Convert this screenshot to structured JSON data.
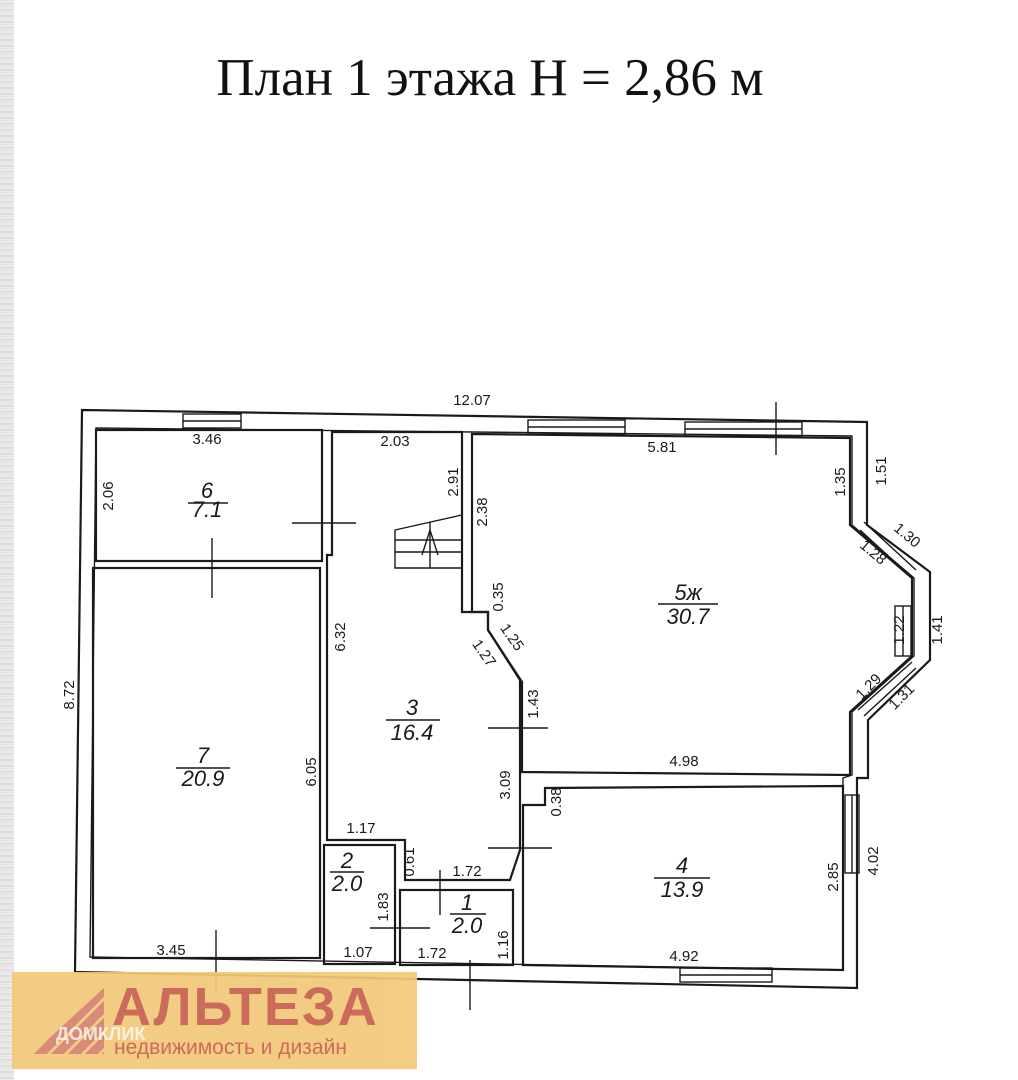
{
  "title": "План 1 этажа Н = 2,86 м",
  "rooms": [
    {
      "number": "1",
      "area": "2.0"
    },
    {
      "number": "2",
      "area": "2.0"
    },
    {
      "number": "3",
      "area": "16.4"
    },
    {
      "number": "4",
      "area": "13.9"
    },
    {
      "number": "5ж",
      "area": "30.7"
    },
    {
      "number": "6",
      "area": "7.1"
    },
    {
      "number": "7",
      "area": "20.9"
    }
  ],
  "dimensions": {
    "overall_width": "12.07",
    "overall_depth": "8.72",
    "r6_width": "3.46",
    "r6_depth": "2.06",
    "r3_top_width": "2.03",
    "stair_depth": "2.91",
    "r3_right_upper": "2.38",
    "r3_notch": "0.35",
    "r3_diag_a": "1.25",
    "r3_diag_b": "1.27",
    "r3_right_mid": "1.43",
    "r3_right_low": "3.09",
    "r3_left": "6.32",
    "r3_bottom": "1.17",
    "r3_step": "0.61",
    "r5_top": "5.81",
    "r5_right_upper": "1.35",
    "r5_outer_upper": "1.51",
    "bay_upper_out": "1.30",
    "bay_upper_in": "1.28",
    "bay_mid_in": "1.22",
    "bay_mid_out": "1.41",
    "bay_lower_in": "1.29",
    "bay_lower_out": "1.31",
    "r5_bottom": "4.98",
    "r7_right": "6.05",
    "r7_bottom": "3.45",
    "r1_top": "1.72",
    "r1_bottom": "1.72",
    "r1_right": "1.16",
    "r2_side": "1.83",
    "r2_bottom": "1.07",
    "r4_notch": "0.38",
    "r4_right": "2.85",
    "r4_outer": "4.02",
    "r4_bottom": "4.92"
  },
  "watermark": {
    "brand": "АЛЬТЕЗА",
    "tagline": "недвижимость и дизайн",
    "overlay": "ДОМКЛИК"
  }
}
